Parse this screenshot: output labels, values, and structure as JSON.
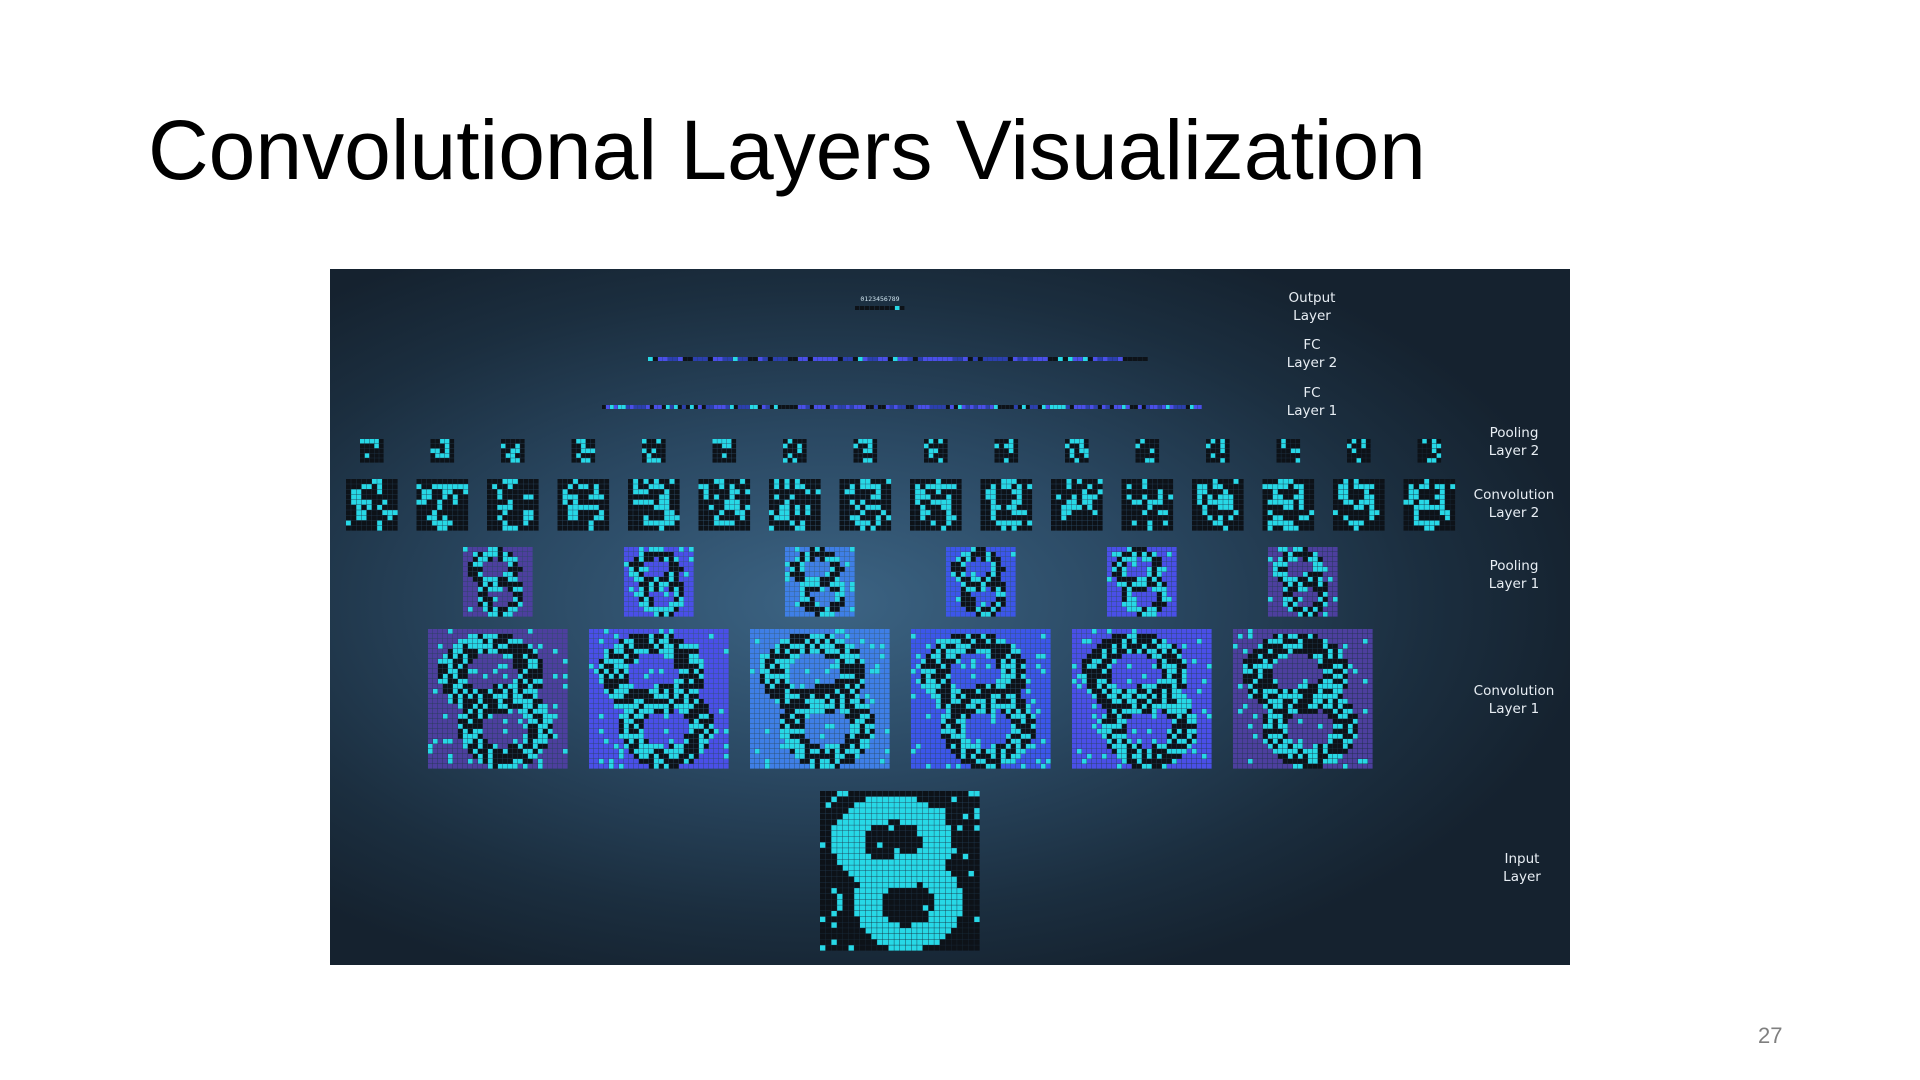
{
  "slide": {
    "title": "Convolutional Layers Visualization",
    "page_number": "27"
  },
  "labels": {
    "output": "Output\nLayer",
    "fc2": "FC\nLayer 2",
    "fc1": "FC\nLayer 1",
    "pool2": "Pooling\nLayer 2",
    "conv2": "Convolution\nLayer 2",
    "pool1": "Pooling\nLayer 1",
    "conv1": "Convolution\nLayer 1",
    "input": "Input Layer"
  },
  "output_digits": "0123456789",
  "colors": {
    "cyan": "#27d8e6",
    "blue": "#4a4fe8",
    "dark": "#0d1218",
    "purple": "#4d3f9e"
  }
}
